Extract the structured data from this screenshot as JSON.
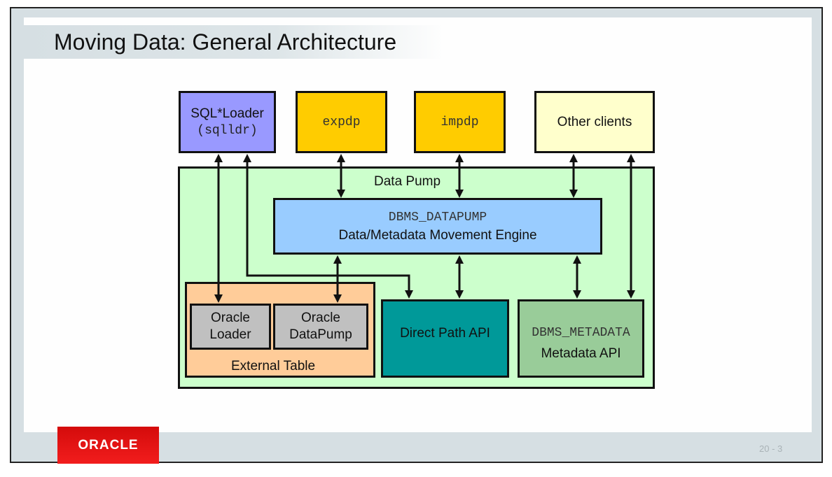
{
  "slide": {
    "title": "Moving Data: General Architecture",
    "page_number": "20 - 3",
    "logo_text": "ORACLE"
  },
  "diagram": {
    "clients": [
      {
        "id": "sqlldr",
        "label": "SQL*Loader",
        "sublabel": "(sqlldr)",
        "color": "#9999ff"
      },
      {
        "id": "expdp",
        "label": "expdp",
        "color": "#ffcc00"
      },
      {
        "id": "impdp",
        "label": "impdp",
        "color": "#ffcc00"
      },
      {
        "id": "other",
        "label": "Other clients",
        "color": "#ffffcc"
      }
    ],
    "data_pump": {
      "label": "Data Pump",
      "color": "#ccffcc"
    },
    "engine": {
      "package": "DBMS_DATAPUMP",
      "label": "Data/Metadata Movement Engine",
      "color": "#99ccff"
    },
    "external_table": {
      "label": "External Table",
      "color": "#ffcc99",
      "drivers": [
        {
          "line1": "Oracle",
          "line2": "Loader",
          "color": "#c0c0c0"
        },
        {
          "line1": "Oracle",
          "line2": "DataPump",
          "color": "#c0c0c0"
        }
      ]
    },
    "direct_path": {
      "label": "Direct Path API",
      "color": "#009999"
    },
    "metadata": {
      "package": "DBMS_METADATA",
      "label": "Metadata API",
      "color": "#99cc99"
    },
    "connections": [
      {
        "from": "sqlldr",
        "to": "oracle-loader",
        "type": "bidirectional"
      },
      {
        "from": "sqlldr",
        "to": "direct-path-api",
        "type": "bidirectional"
      },
      {
        "from": "expdp",
        "to": "engine",
        "type": "bidirectional"
      },
      {
        "from": "impdp",
        "to": "engine",
        "type": "bidirectional"
      },
      {
        "from": "other-clients",
        "to": "engine",
        "type": "bidirectional"
      },
      {
        "from": "other-clients",
        "to": "metadata-api",
        "type": "bidirectional"
      },
      {
        "from": "engine",
        "to": "oracle-datapump",
        "type": "bidirectional"
      },
      {
        "from": "engine",
        "to": "direct-path-api",
        "type": "bidirectional"
      },
      {
        "from": "engine",
        "to": "metadata-api",
        "type": "bidirectional"
      }
    ]
  }
}
